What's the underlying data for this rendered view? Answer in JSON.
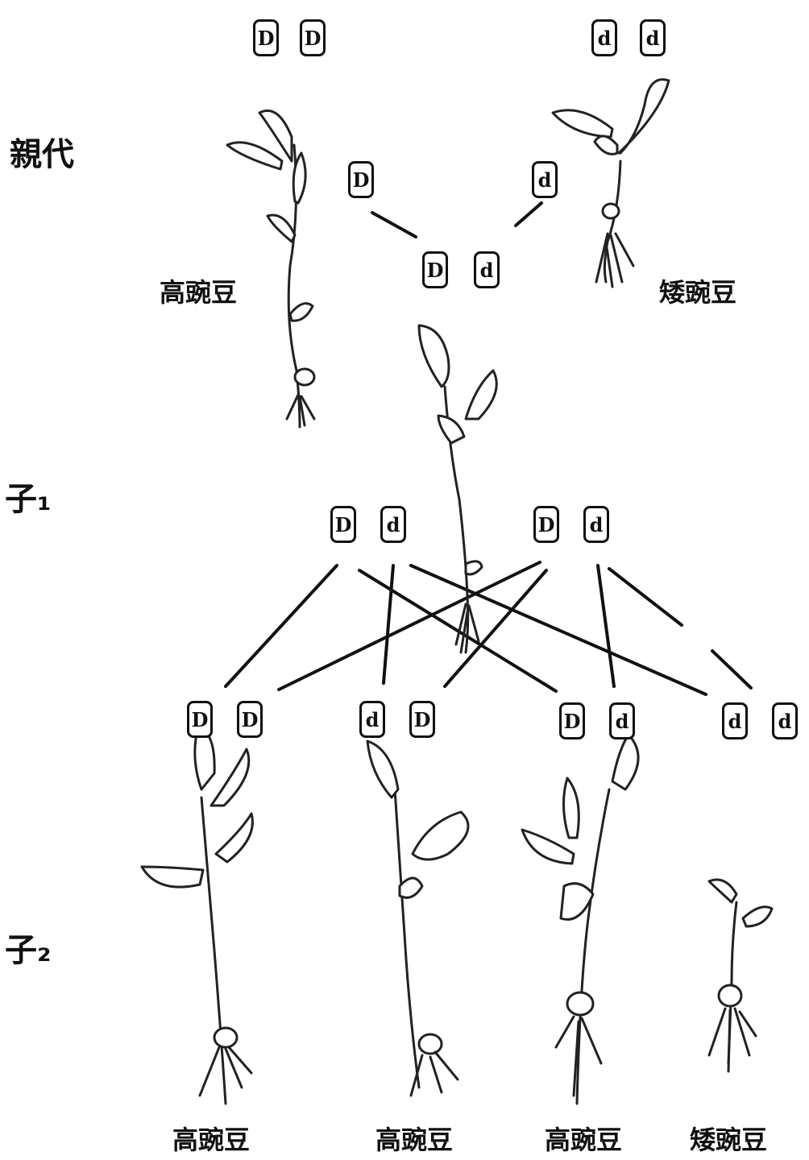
{
  "generations": {
    "parent": "親代",
    "f1": "子₁",
    "f2": "子₂"
  },
  "parents": {
    "tall": {
      "genes": [
        "D",
        "D"
      ],
      "name": "高豌豆"
    },
    "short": {
      "genes": [
        "d",
        "d"
      ],
      "name": "矮豌豆"
    }
  },
  "gametes_parent": [
    "D",
    "d"
  ],
  "f1": {
    "genes": [
      "D",
      "d"
    ]
  },
  "f1_gametes": {
    "left": [
      "D",
      "d"
    ],
    "right": [
      "D",
      "d"
    ]
  },
  "f2": [
    {
      "genes": [
        "D",
        "D"
      ],
      "name": "高豌豆"
    },
    {
      "genes": [
        "d",
        "D"
      ],
      "name": "高豌豆"
    },
    {
      "genes": [
        "D",
        "d"
      ],
      "name": "高豌豆"
    },
    {
      "genes": [
        "d",
        "d"
      ],
      "name": "矮豌豆"
    }
  ]
}
